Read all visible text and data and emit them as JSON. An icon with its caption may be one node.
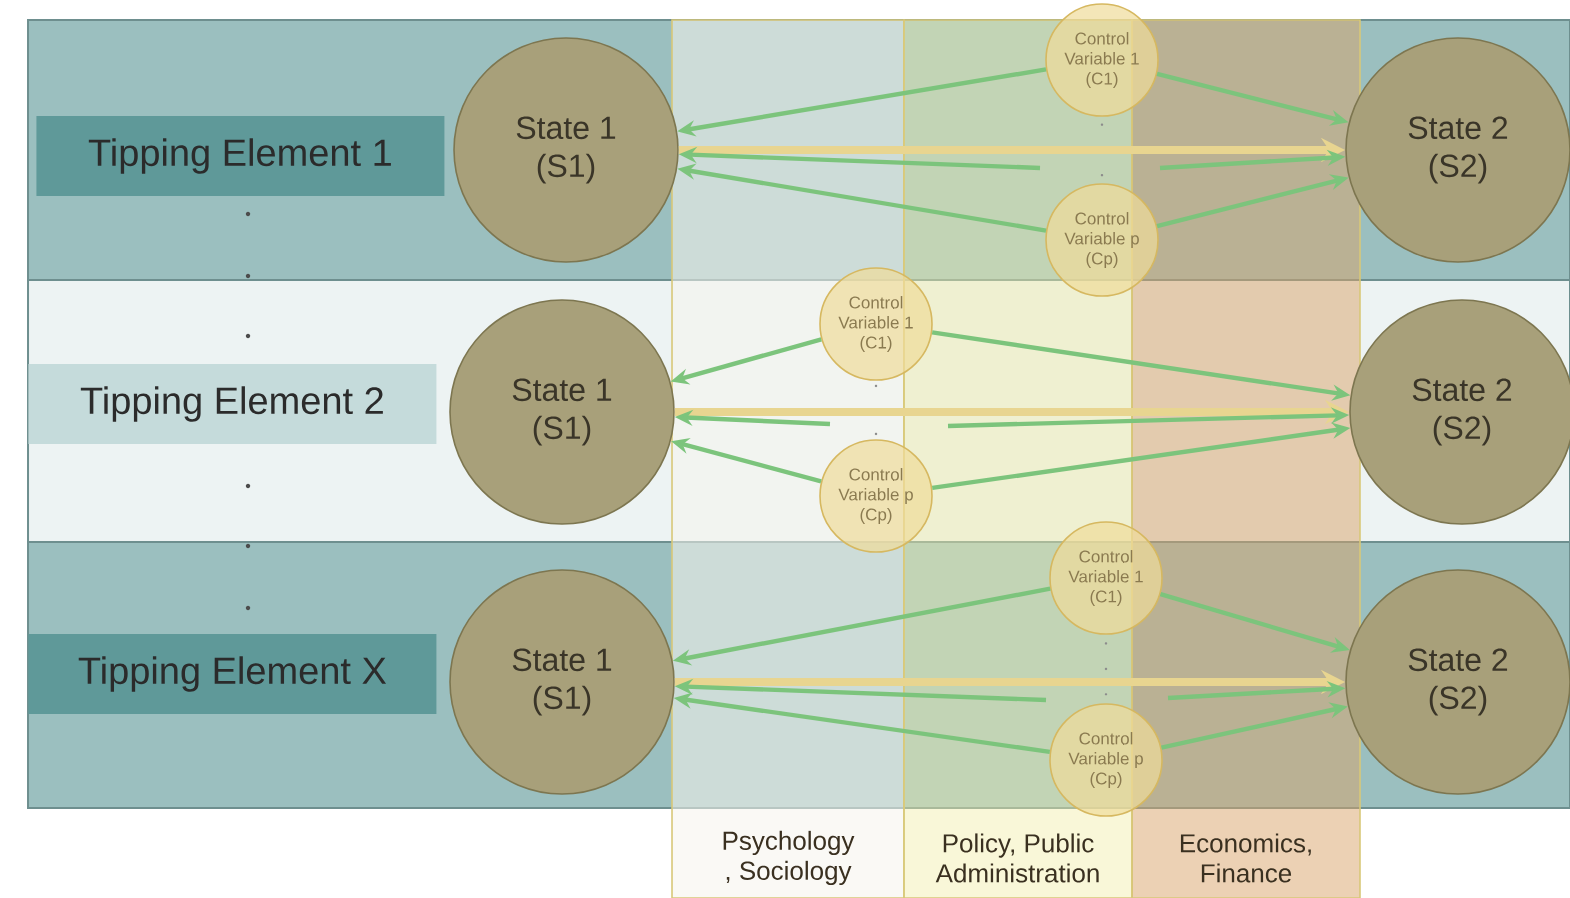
{
  "diagram": {
    "nodes": [
      {
        "text": [
          "Tipping Element 1"
        ]
      },
      {
        "text": [
          "State 1 (S1)"
        ]
      },
      {
        "text": [
          "Control Variable 1 (C1)"
        ]
      },
      {
        "text": [
          "Control Variable p (Cp)"
        ]
      },
      {
        "text": [
          "State 2 (S2)"
        ]
      },
      {
        "text": [
          "Tipping Element 2"
        ]
      },
      {
        "text": [
          "State 1 (S1)"
        ]
      },
      {
        "text": [
          "Control Variable 1 (C1)"
        ]
      },
      {
        "text": [
          "Control Variable p (Cp)"
        ]
      },
      {
        "text": [
          "State 2 (S2)"
        ]
      },
      {
        "text": [
          "Tipping Element X"
        ]
      },
      {
        "text": [
          "State 1 (S1)"
        ]
      },
      {
        "text": [
          "Control Variable 1 (C1)"
        ]
      },
      {
        "text": [
          "Control Variable p (Cp)"
        ]
      },
      {
        "text": [
          "State 2 (S2)"
        ]
      }
    ],
    "edges": [
      {
        "from": 1,
        "to": 4,
        "arrow": "to",
        "style": "thick",
        "color": "#e8d590"
      },
      {
        "from": 2,
        "to": 1,
        "arrow": "to"
      },
      {
        "from": 2,
        "to": 4,
        "arrow": "to"
      },
      {
        "from": null,
        "to": 1,
        "arrow": "to"
      },
      {
        "from": null,
        "to": 4,
        "arrow": "to"
      },
      {
        "from": 3,
        "to": 1,
        "arrow": "to"
      },
      {
        "from": 3,
        "to": 4,
        "arrow": "to"
      },
      {
        "from": 6,
        "to": 9,
        "arrow": "to",
        "style": "thick",
        "color": "#e8d590"
      },
      {
        "from": 7,
        "to": 6,
        "arrow": "to"
      },
      {
        "from": 7,
        "to": 9,
        "arrow": "to"
      },
      {
        "from": null,
        "to": 6,
        "arrow": "to"
      },
      {
        "from": null,
        "to": 9,
        "arrow": "to"
      },
      {
        "from": 8,
        "to": 6,
        "arrow": "to"
      },
      {
        "from": 8,
        "to": 9,
        "arrow": "to"
      },
      {
        "from": 11,
        "to": 14,
        "arrow": "to",
        "style": "thick",
        "color": "#e8d590"
      },
      {
        "from": 12,
        "to": 11,
        "arrow": "to"
      },
      {
        "from": 12,
        "to": 14,
        "arrow": "to"
      },
      {
        "from": null,
        "to": 11,
        "arrow": "to"
      },
      {
        "from": null,
        "to": 14,
        "arrow": "to"
      },
      {
        "from": 13,
        "to": 11,
        "arrow": "to"
      },
      {
        "from": 13,
        "to": 14,
        "arrow": "to"
      }
    ],
    "labels": [
      "Psychology , Sociology",
      "Policy, Public Administration",
      "Economics, Finance"
    ]
  }
}
